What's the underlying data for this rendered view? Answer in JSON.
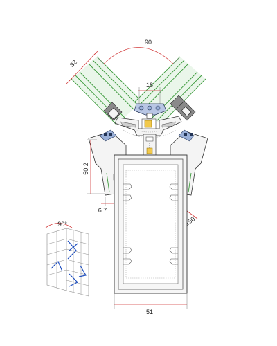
{
  "dimensions": {
    "opening_angle": "90",
    "glass_thickness": "32",
    "cap_width": "18",
    "bracket_height": "50.2",
    "offset": "6.7",
    "diagonal": "150",
    "mullion_width": "51"
  },
  "iso_sketch": {
    "angle_label": "90°"
  },
  "colors": {
    "dimension": "#d23a3a",
    "glass": "#3c9a3c",
    "glass_fill": "#dff2df",
    "seal": "#9ab0d8",
    "anchor": "#f2c94c",
    "sketch_blue": "#1f4fbf"
  }
}
